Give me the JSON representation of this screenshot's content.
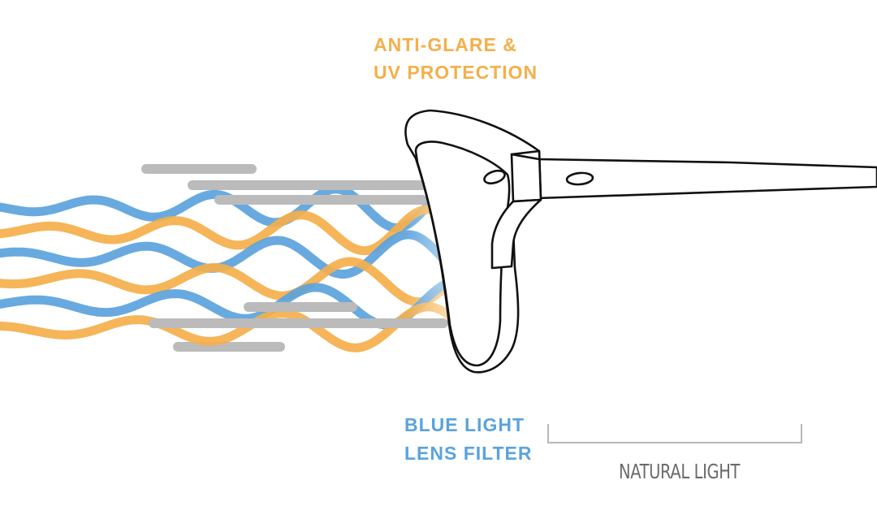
{
  "labels": {
    "uv_protection": [
      "ANTI-GLARE &",
      "UV PROTECTION"
    ],
    "blue_light_filter": [
      "BLUE LIGHT",
      "LENS FILTER"
    ],
    "natural_light": "NATURAL LIGHT"
  },
  "colors": {
    "orange": "#F4AF4A",
    "blue": "#5BA3DC",
    "gray_bar": "#BBBBBB",
    "bracket": "#B8B8B8",
    "outline": "#111111",
    "natural_light_text": "#6B6B6B"
  },
  "icons": {
    "glasses": "eyeglasses-outline-icon"
  }
}
